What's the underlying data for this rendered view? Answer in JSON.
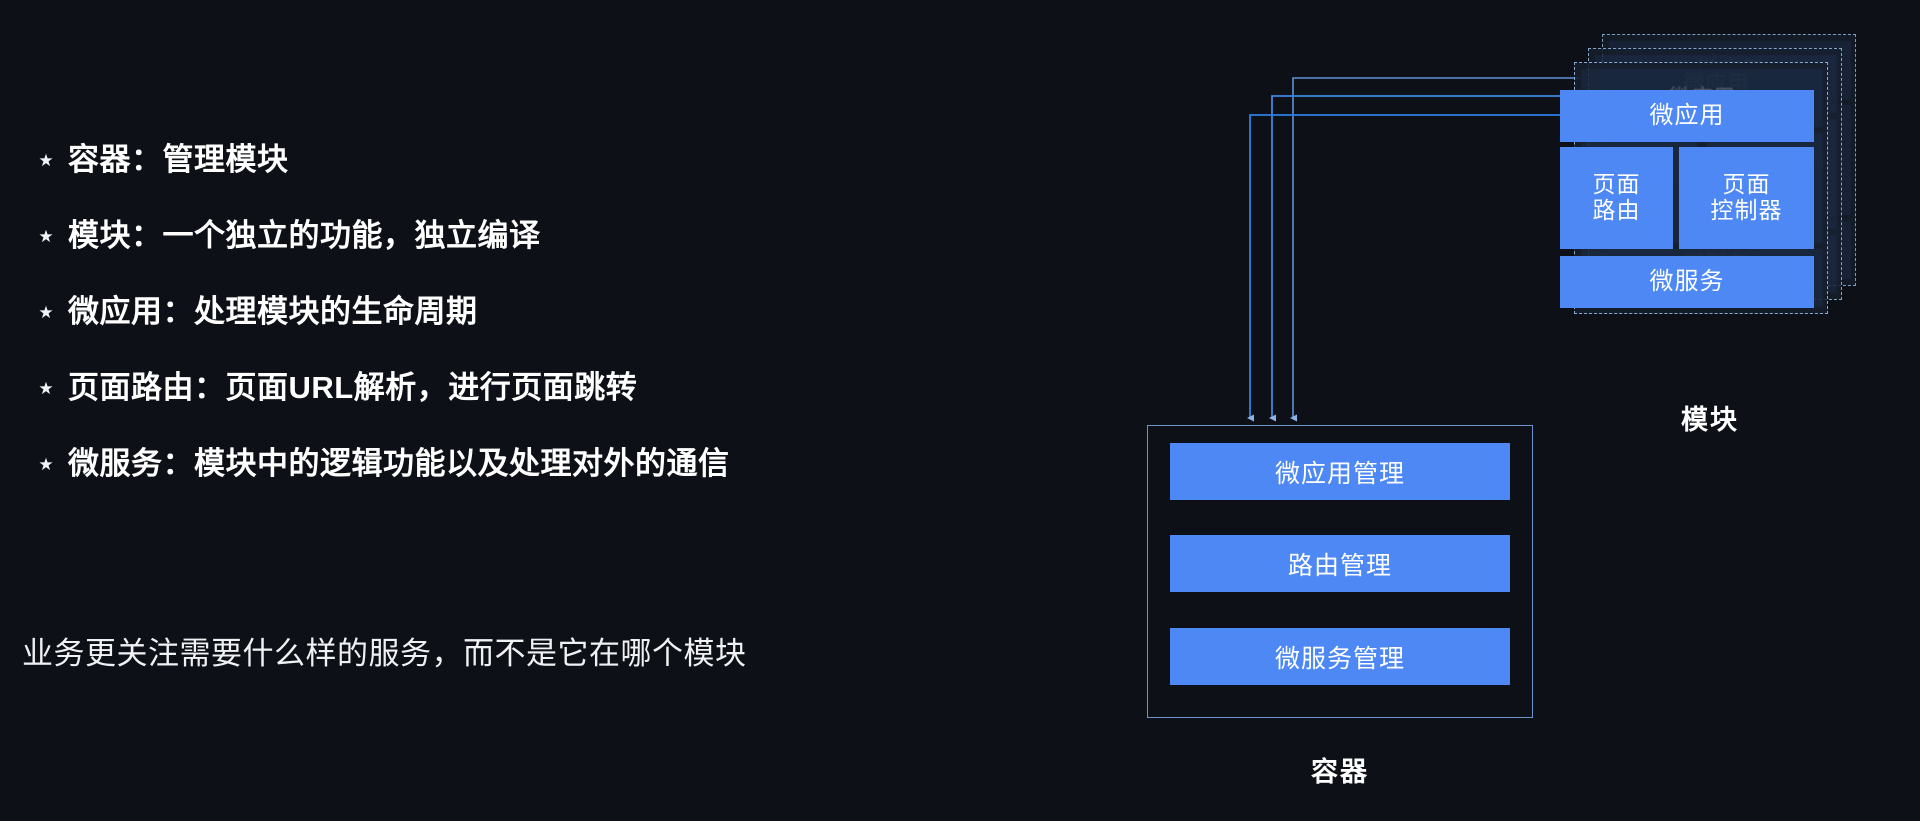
{
  "theme": {
    "background": "#0d1017",
    "accent_blue": "#4d88f5",
    "line_blue": "#6e93c8",
    "text": "#ffffff"
  },
  "bullets": [
    {
      "marker": "star-icon",
      "text": "容器：管理模块"
    },
    {
      "marker": "star-icon",
      "text": "模块：一个独立的功能，独立编译"
    },
    {
      "marker": "star-icon",
      "text": "微应用：处理模块的生命周期"
    },
    {
      "marker": "star-icon",
      "text": "页面路由：页面URL解析，进行页面跳转"
    },
    {
      "marker": "star-icon",
      "text": "微服务：模块中的逻辑功能以及处理对外的通信"
    }
  ],
  "footnote": "业务更关注需要什么样的服务，而不是它在哪个模块",
  "diagram": {
    "container": {
      "label": "容器",
      "bars": [
        "微应用管理",
        "路由管理",
        "微服务管理"
      ]
    },
    "module": {
      "label": "模块",
      "blocks": {
        "top": "微应用",
        "left": "页面\n路由",
        "left_line1": "页面",
        "left_line2": "路由",
        "right_line1": "页面",
        "right_line2": "控制器",
        "bottom": "微服务"
      },
      "stack_copies": 3
    },
    "connector_count": 3
  },
  "bullet_marker_glyph": "★"
}
